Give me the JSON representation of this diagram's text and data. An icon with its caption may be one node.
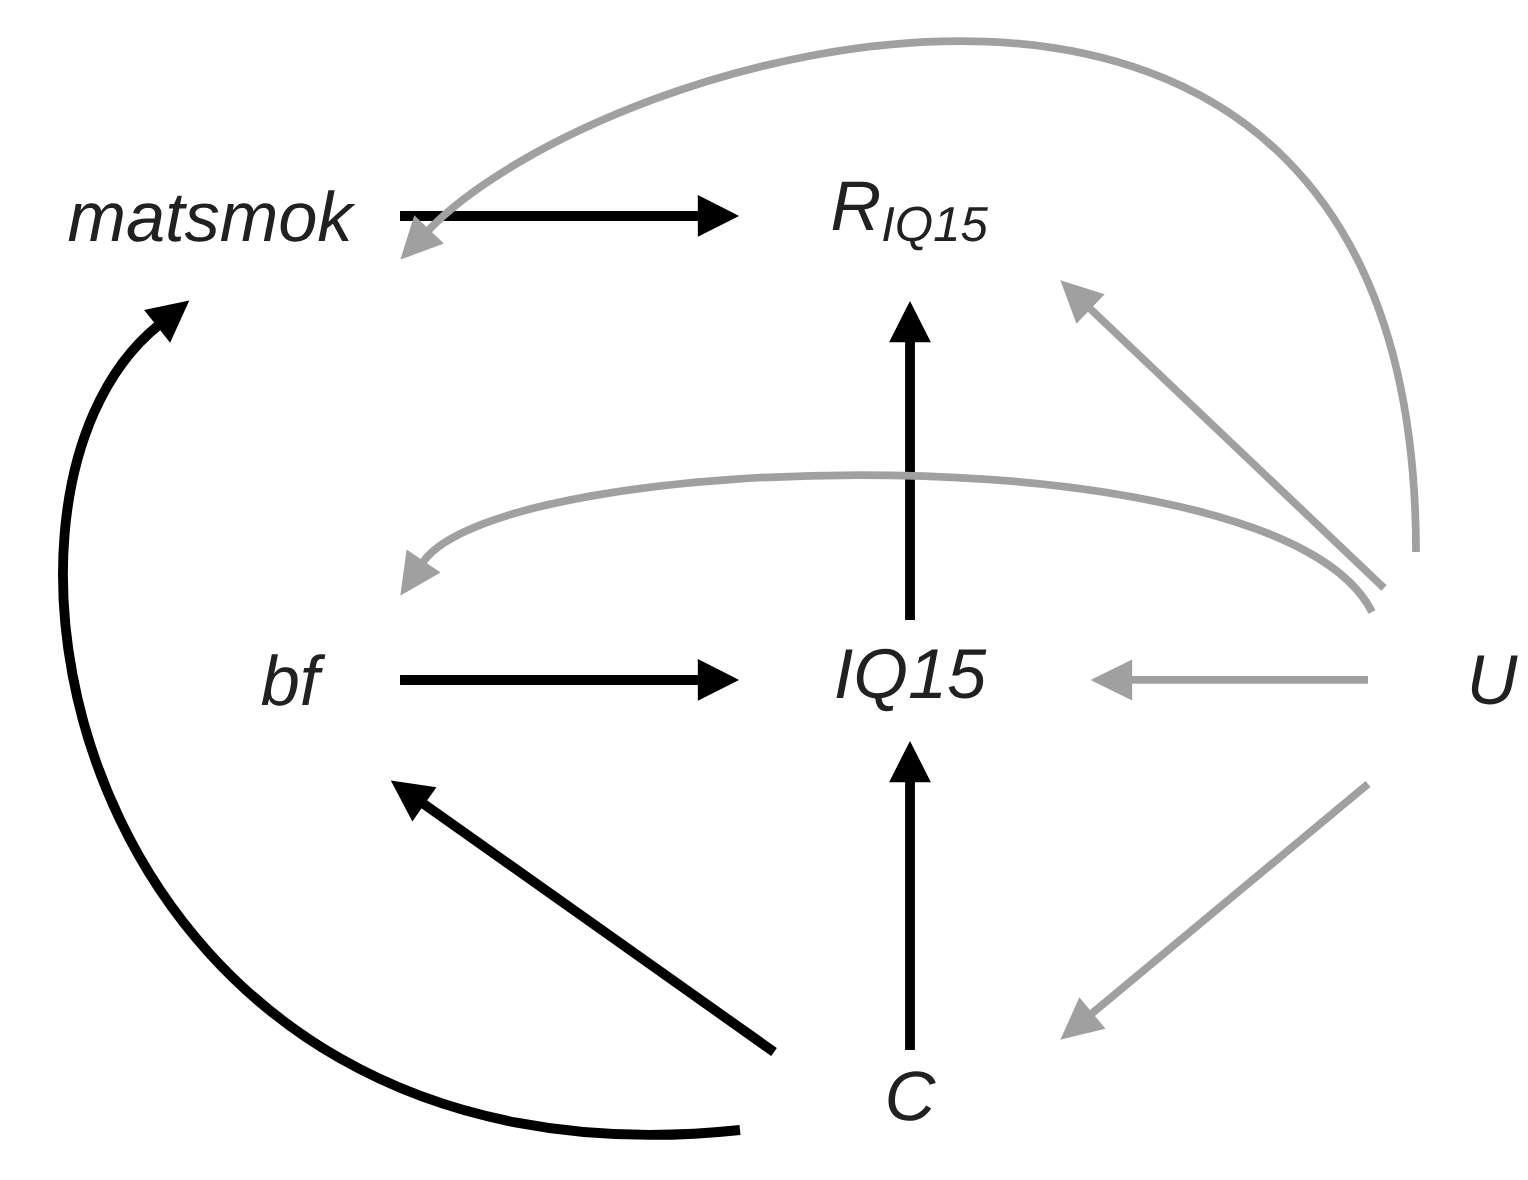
{
  "diagram": {
    "nodes": [
      {
        "text": [
          "matsmok"
        ]
      },
      {
        "text": [
          "R$_{IQ15}$"
        ]
      },
      {
        "text": [
          "bf"
        ]
      },
      {
        "text": [
          "IQ15"
        ]
      },
      {
        "text": [
          "U"
        ]
      },
      {
        "text": [
          "C"
        ]
      }
    ],
    "edges": [
      {
        "from": 0,
        "to": 1,
        "arrow": "to"
      },
      {
        "from": 2,
        "to": 3,
        "arrow": "to"
      },
      {
        "from": 3,
        "to": 1,
        "arrow": "to"
      },
      {
        "from": 5,
        "to": 3,
        "arrow": "to"
      },
      {
        "from": 5,
        "to": 2,
        "arrow": "to"
      },
      {
        "from": 5,
        "to": 0,
        "arrow": "to"
      },
      {
        "from": 4,
        "to": 0,
        "arrow": "to",
        "color": "#a0a0a0"
      },
      {
        "from": 4,
        "to": 1,
        "arrow": "to",
        "color": "#a0a0a0"
      },
      {
        "from": 4,
        "to": 2,
        "arrow": "to",
        "color": "#a0a0a0"
      },
      {
        "from": 4,
        "to": 3,
        "arrow": "to",
        "color": "#a0a0a0"
      },
      {
        "from": 4,
        "to": 5,
        "arrow": "to",
        "color": "#a0a0a0"
      }
    ]
  }
}
